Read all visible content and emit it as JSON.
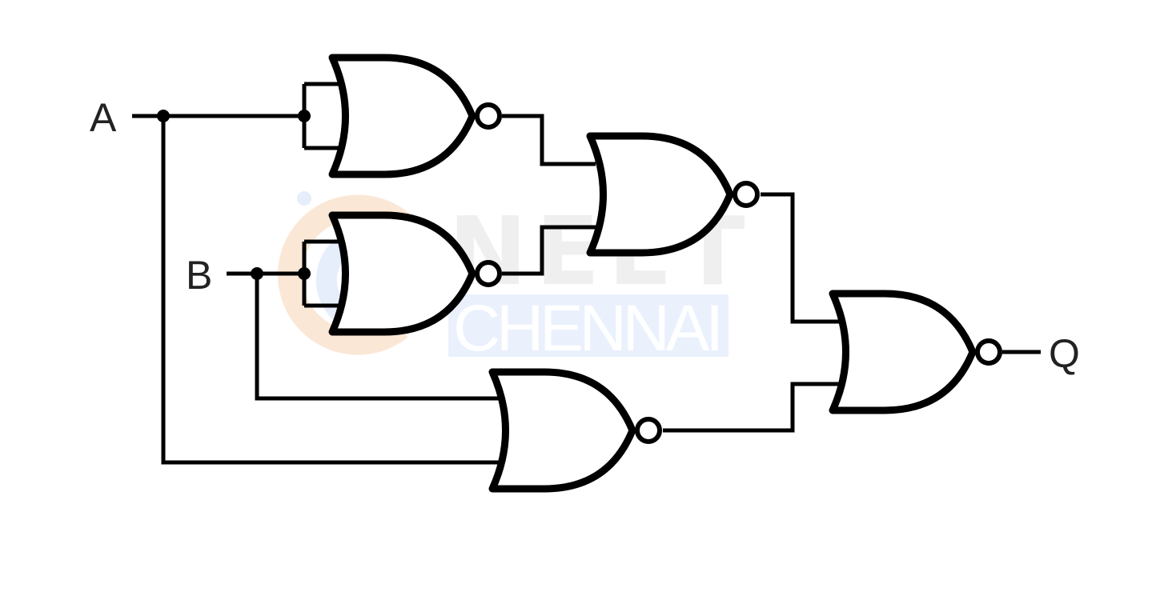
{
  "inputs": [
    {
      "label": "A"
    },
    {
      "label": "B"
    }
  ],
  "output": {
    "label": "Q"
  },
  "gates": [
    {
      "type": "NOR"
    },
    {
      "type": "NOR"
    },
    {
      "type": "NOR"
    },
    {
      "type": "NOR"
    },
    {
      "type": "NOR"
    }
  ],
  "watermark": {
    "line1": "NEET",
    "line2": "CHENNAI",
    "colors": {
      "neet_text": "#efefef",
      "chennai_bg": "#eaf1fd",
      "chennai_text": "#ffffff",
      "logo_orange": "#fbe7d6",
      "logo_blue": "#e6eefc"
    }
  },
  "colors": {
    "line": "#000000",
    "background": "#ffffff",
    "label": "#222222"
  }
}
